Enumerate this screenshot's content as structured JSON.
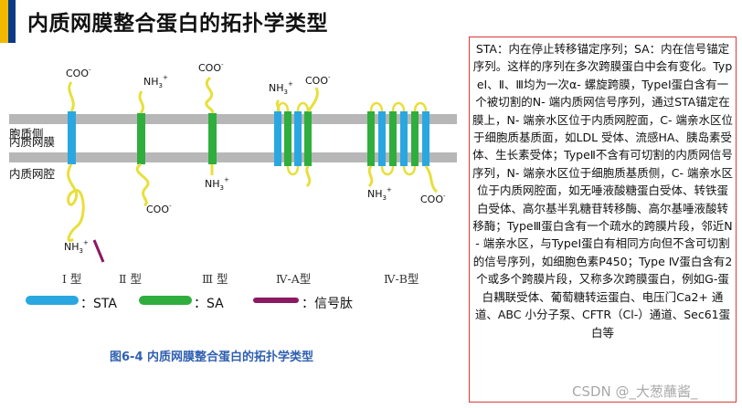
{
  "slide": {
    "title": "内质网膜整合蛋白的拓扑学类型"
  },
  "figure": {
    "side_labels": {
      "cytosol": "胞质侧",
      "membrane": "内质网膜",
      "lumen": "内质网腔"
    },
    "annotations": {
      "coo": "COO",
      "nh3": "NH",
      "minus": "-",
      "plus": "+",
      "sub3": "3"
    },
    "type_labels": [
      "Ⅰ 型",
      "Ⅱ 型",
      "Ⅲ 型",
      "Ⅳ-A型",
      "Ⅳ-B型"
    ],
    "legend": {
      "sta": "：STA",
      "sa": "：SA",
      "signal": "：信号肽"
    },
    "caption": "图6-4 内质网膜整合蛋白的拓扑学类型",
    "colors": {
      "sta": "#2aa7e0",
      "sa": "#2fae3e",
      "signal": "#8b1a62",
      "loop": "#e8df3b",
      "membrane": "#b7b7b7"
    }
  },
  "note": {
    "text": "STA：内在停止转移锚定序列；SA：内在信号锚定序列。这样的序列在多次跨膜蛋白中会有变化。TypeⅠ、Ⅱ、Ⅲ均为一次α- 螺旋跨膜，TypeⅠ蛋白含有一个被切割的N- 端内质网信号序列，通过STA锚定在膜上，N- 端亲水区位于内质网腔面，C- 端亲水区位于细胞质基质面，如LDL 受体、流感HA、胰岛素受体、生长素受体；TypeⅡ不含有可切割的内质网信号序列，N- 端亲水区位于细胞质基质侧，C- 端亲水区位于内质网腔面，如无唾液酸糖蛋白受体、转铁蛋白受体、高尔基半乳糖苷转移酶、高尔基唾液酸转移酶；TypeⅢ蛋白含有一个疏水的跨膜片段，邻近N- 端亲水区，与TypeⅠ蛋白有相同方向但不含可切割的信号序列，如细胞色素P450；Type Ⅳ蛋白含有2 个或多个跨膜片段，又称多次跨膜蛋白，例如G-蛋白耦联受体、葡萄糖转运蛋白、电压门Ca2+ 通道、ABC 小分子泵、CFTR（Cl-）通道、Sec61蛋白等"
  },
  "watermark": "CSDN @_大葱蘸酱_"
}
